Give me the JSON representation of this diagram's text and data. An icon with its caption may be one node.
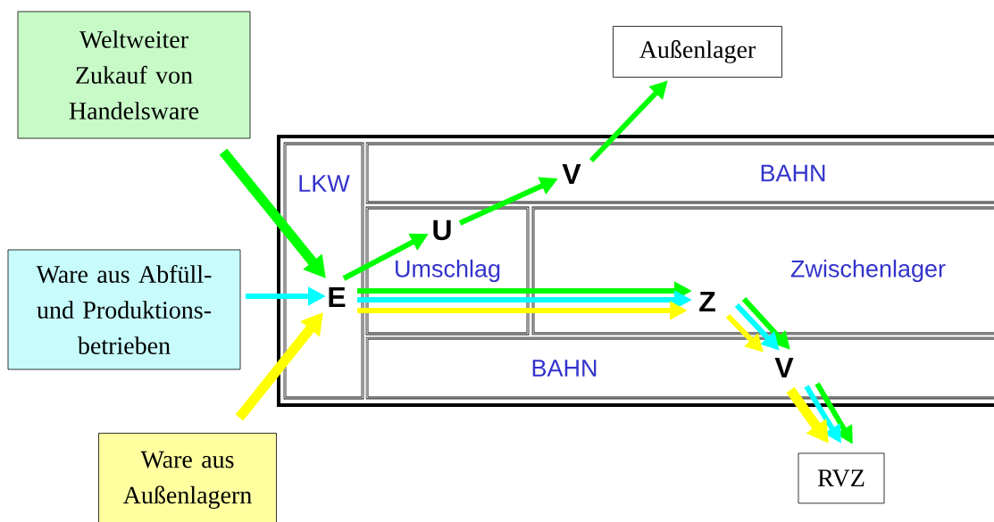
{
  "diagram": {
    "nodes": [
      {
        "text": [
          "Weltweiter Zukauf von Handelsware"
        ]
      },
      {
        "text": [
          "Außenlager"
        ]
      },
      {
        "text": [],
        "shape": "box"
      },
      {
        "text": [
          "LKW"
        ],
        "in": 2
      },
      {
        "text": [
          "BAHN"
        ],
        "in": 2
      },
      {
        "text": [
          "Umschlag"
        ],
        "in": 2
      },
      {
        "text": [
          "Zwischenlager"
        ],
        "in": 2
      },
      {
        "text": [
          "BAHN"
        ],
        "in": 2
      },
      {
        "text": [
          "E"
        ],
        "in": 3
      },
      {
        "text": [
          "U"
        ],
        "in": 5
      },
      {
        "text": [
          "V"
        ],
        "in": 4
      },
      {
        "text": [
          "Z"
        ],
        "in": 6
      },
      {
        "text": [
          "V"
        ],
        "in": 7
      },
      {
        "text": [
          "Ware aus Abfüll- und Produktions- betrieben"
        ]
      },
      {
        "text": [
          "Ware aus Außenlagern"
        ]
      },
      {
        "text": [
          "RVZ"
        ]
      }
    ],
    "edges": [
      {
        "from": 0,
        "to": 8,
        "arrow": "to",
        "style": "thick",
        "color": "#00ff00"
      },
      {
        "from": 13,
        "to": 8,
        "arrow": "to",
        "color": "#00ffff"
      },
      {
        "from": 14,
        "to": 8,
        "arrow": "to",
        "style": "thick",
        "color": "#ffff00"
      },
      {
        "from": 8,
        "to": 9,
        "arrow": "to",
        "color": "#00ff00"
      },
      {
        "from": 9,
        "to": 10,
        "arrow": "to",
        "color": "#00ff00"
      },
      {
        "from": 10,
        "to": 1,
        "arrow": "to",
        "color": "#00ff00"
      },
      {
        "from": 8,
        "to": 11,
        "arrow": "to",
        "color": "#00ff00"
      },
      {
        "from": 8,
        "to": 11,
        "arrow": "to",
        "color": "#00ffff"
      },
      {
        "from": 8,
        "to": 11,
        "arrow": "to",
        "color": "#ffff00"
      },
      {
        "from": 11,
        "to": 12,
        "arrow": "to",
        "color": "#00ff00"
      },
      {
        "from": 11,
        "to": 12,
        "arrow": "to",
        "color": "#00ffff"
      },
      {
        "from": 11,
        "to": 12,
        "arrow": "to",
        "color": "#ffff00"
      },
      {
        "from": 12,
        "to": 15,
        "arrow": "to",
        "color": "#00ff00"
      },
      {
        "from": 12,
        "to": 15,
        "arrow": "to",
        "color": "#00ffff"
      },
      {
        "from": 12,
        "to": 15,
        "arrow": "to",
        "style": "thick",
        "color": "#ffff00"
      }
    ]
  }
}
